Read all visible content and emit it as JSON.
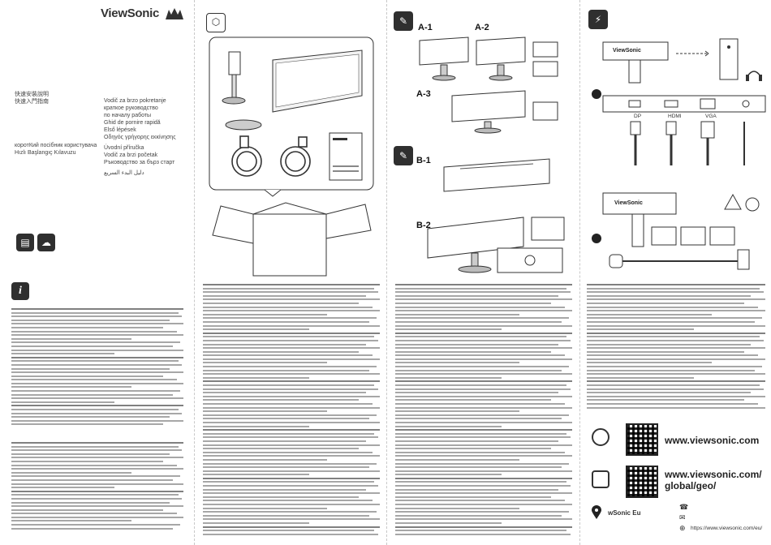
{
  "header": {
    "brand": "ViewSonic",
    "birds_logo": "viewsonic-birds-logo"
  },
  "titles": {
    "col_left": [
      "快速安裝說明",
      "快速入門指南",
      "",
      "",
      "",
      "",
      "",
      "коротКий посібник користувача",
      "Hızlı Başlangıç Kılavuzu"
    ],
    "col_right": [
      "Vodič za brzo pokretanje",
      "краткое руководство",
      "по началу работы",
      "Ghid de pornire rapidă",
      "Első lépések",
      "Οδηγός γρήγορης εκκίνησης",
      "",
      "Úvodní příručka",
      "Vodič za brzi početak",
      "Ръководство за бърз старт",
      "",
      "دليل البدء السريع"
    ]
  },
  "steps": {
    "a1": "A-1",
    "a2": "A-2",
    "a3": "A-3",
    "b1": "B-1",
    "b2": "B-2"
  },
  "contact": {
    "url1": "www.viewsonic.com",
    "url2_line1": "www.viewsonic.com/",
    "url2_line2": "global/geo/",
    "region": "wSonic Eu",
    "eu_url": "https://www.viewsonic.com/eu/"
  },
  "port_labels": [
    "DP",
    "HDMI",
    "VGA"
  ],
  "icons": [
    "box-icon",
    "info-icon",
    "book-icon",
    "cloud-icon",
    "stand-icon",
    "screwdriver-icon",
    "plug-icon",
    "headset-icon",
    "package-icon",
    "location-icon",
    "phone-icon",
    "mail-icon",
    "globe-icon"
  ]
}
